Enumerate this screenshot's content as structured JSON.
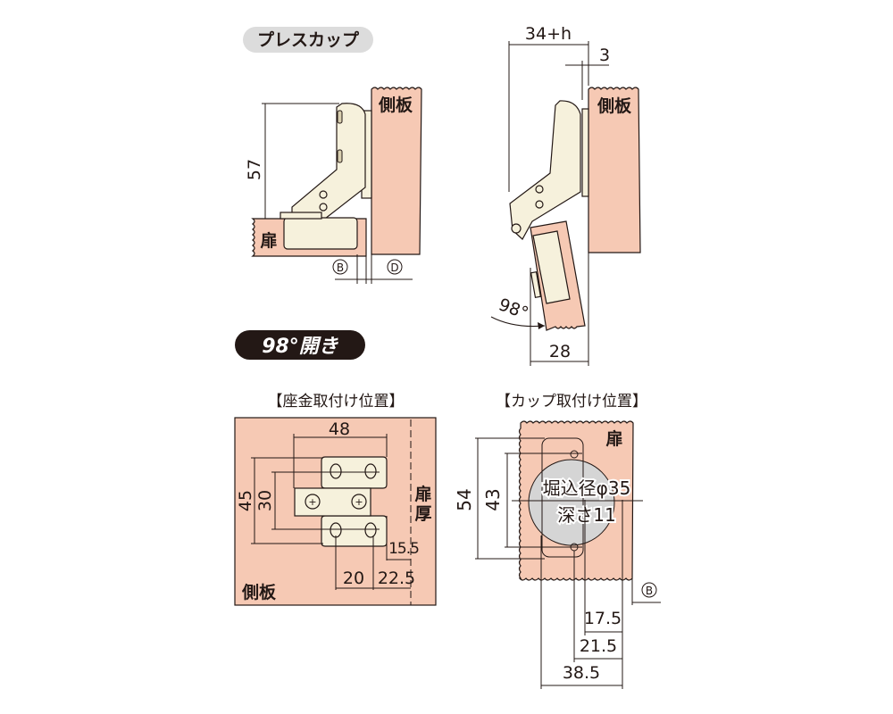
{
  "top_left": {
    "badge": "プレスカップ",
    "side_panel_label": "側板",
    "door_label": "扉",
    "dim_height": "57",
    "marker_b": "B",
    "marker_d": "D"
  },
  "top_right": {
    "dim_width": "34+h",
    "dim_gap": "3",
    "side_panel_label": "側板",
    "angle": "98°",
    "dim_bottom": "28"
  },
  "opening_badge": "98°開き",
  "plate_position": {
    "title": "【座金取付け位置】",
    "dim_width": "48",
    "dim_outer_height": "45",
    "dim_inner_height": "30",
    "door_thickness_label_1": "扉",
    "door_thickness_label_2": "厚",
    "dim_offset": "15.5",
    "dim_hole_1": "20",
    "dim_hole_2": "22.5",
    "panel_label": "側板"
  },
  "cup_position": {
    "title": "【カップ取付け位置】",
    "door_label": "扉",
    "bore_label": "堀込径φ35",
    "depth_label": "深さ11",
    "dim_outer_height": "54",
    "dim_inner_height": "43",
    "marker_b": "B",
    "dim_1": "17.5",
    "dim_2": "21.5",
    "dim_3": "38.5"
  },
  "colors": {
    "wood": "#f6c9b4",
    "hinge": "#f6f1dc",
    "cup": "#d5d5d5",
    "ink": "#231815"
  }
}
